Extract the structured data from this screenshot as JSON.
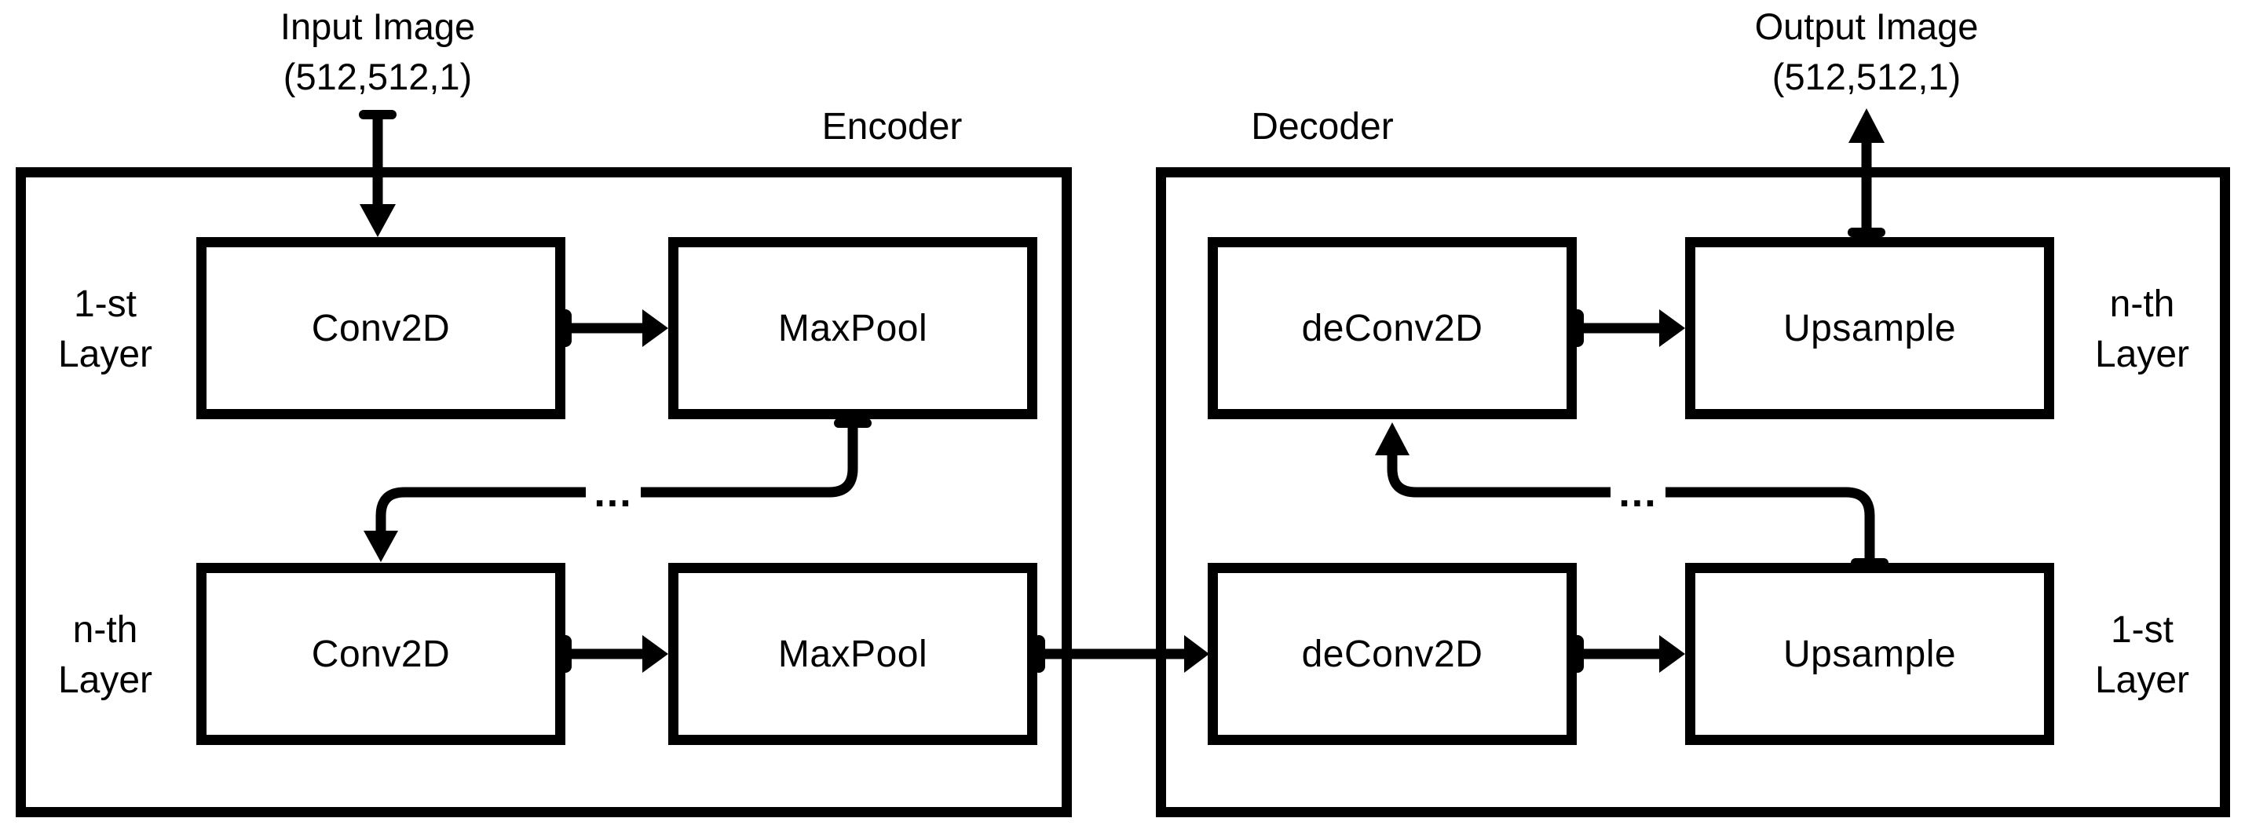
{
  "diagram": {
    "colors": {
      "ink": "#000000",
      "background": "#ffffff"
    },
    "input": {
      "title": "Input Image",
      "shape": "(512,512,1)"
    },
    "output": {
      "title": "Output Image",
      "shape": "(512,512,1)"
    },
    "encoder": {
      "title": "Encoder",
      "ellipsis": "...",
      "rows": [
        {
          "side_label": [
            "1-st",
            "Layer"
          ],
          "boxes": [
            "Conv2D",
            "MaxPool"
          ]
        },
        {
          "side_label": [
            "n-th",
            "Layer"
          ],
          "boxes": [
            "Conv2D",
            "MaxPool"
          ]
        }
      ]
    },
    "decoder": {
      "title": "Decoder",
      "ellipsis": "...",
      "rows": [
        {
          "side_label": [
            "n-th",
            "Layer"
          ],
          "boxes": [
            "deConv2D",
            "Upsample"
          ]
        },
        {
          "side_label": [
            "1-st",
            "Layer"
          ],
          "boxes": [
            "deConv2D",
            "Upsample"
          ]
        }
      ]
    }
  }
}
